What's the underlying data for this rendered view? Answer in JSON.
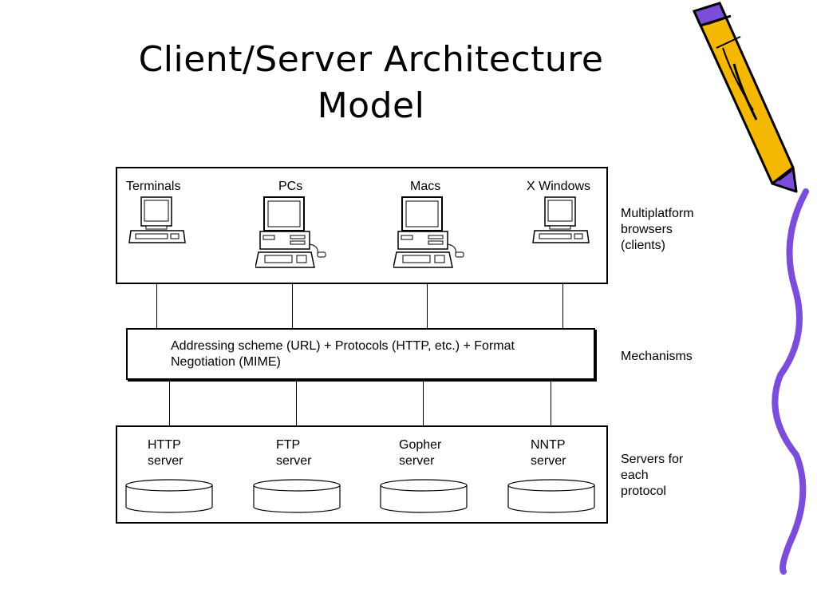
{
  "title": {
    "line1": "Client/Server Architecture",
    "line2": "Model"
  },
  "clients": {
    "items": [
      {
        "label": "Terminals",
        "icon": "terminal-icon"
      },
      {
        "label": "PCs",
        "icon": "pc-icon"
      },
      {
        "label": "Macs",
        "icon": "mac-icon"
      },
      {
        "label": "X Windows",
        "icon": "terminal-icon"
      }
    ],
    "side_label": [
      "Multiplatform",
      "browsers",
      "(clients)"
    ]
  },
  "mechanisms": {
    "text_line1": "Addressing scheme (URL) + Protocols (HTTP, etc.) + Format",
    "text_line2": "Negotiation (MIME)",
    "side_label": "Mechanisms"
  },
  "servers": {
    "items": [
      {
        "line1": "HTTP",
        "line2": "server",
        "icon": "database-icon"
      },
      {
        "line1": "FTP",
        "line2": "server",
        "icon": "database-icon"
      },
      {
        "line1": "Gopher",
        "line2": "server",
        "icon": "database-icon"
      },
      {
        "line1": "NNTP",
        "line2": "server",
        "icon": "database-icon"
      }
    ],
    "side_label": [
      "Servers for",
      "each",
      "protocol"
    ]
  },
  "decor": {
    "pencil_color": "#f5b800",
    "pencil_outline": "#000000",
    "accent_color": "#7b4ddb",
    "icon": "pencil-icon"
  }
}
